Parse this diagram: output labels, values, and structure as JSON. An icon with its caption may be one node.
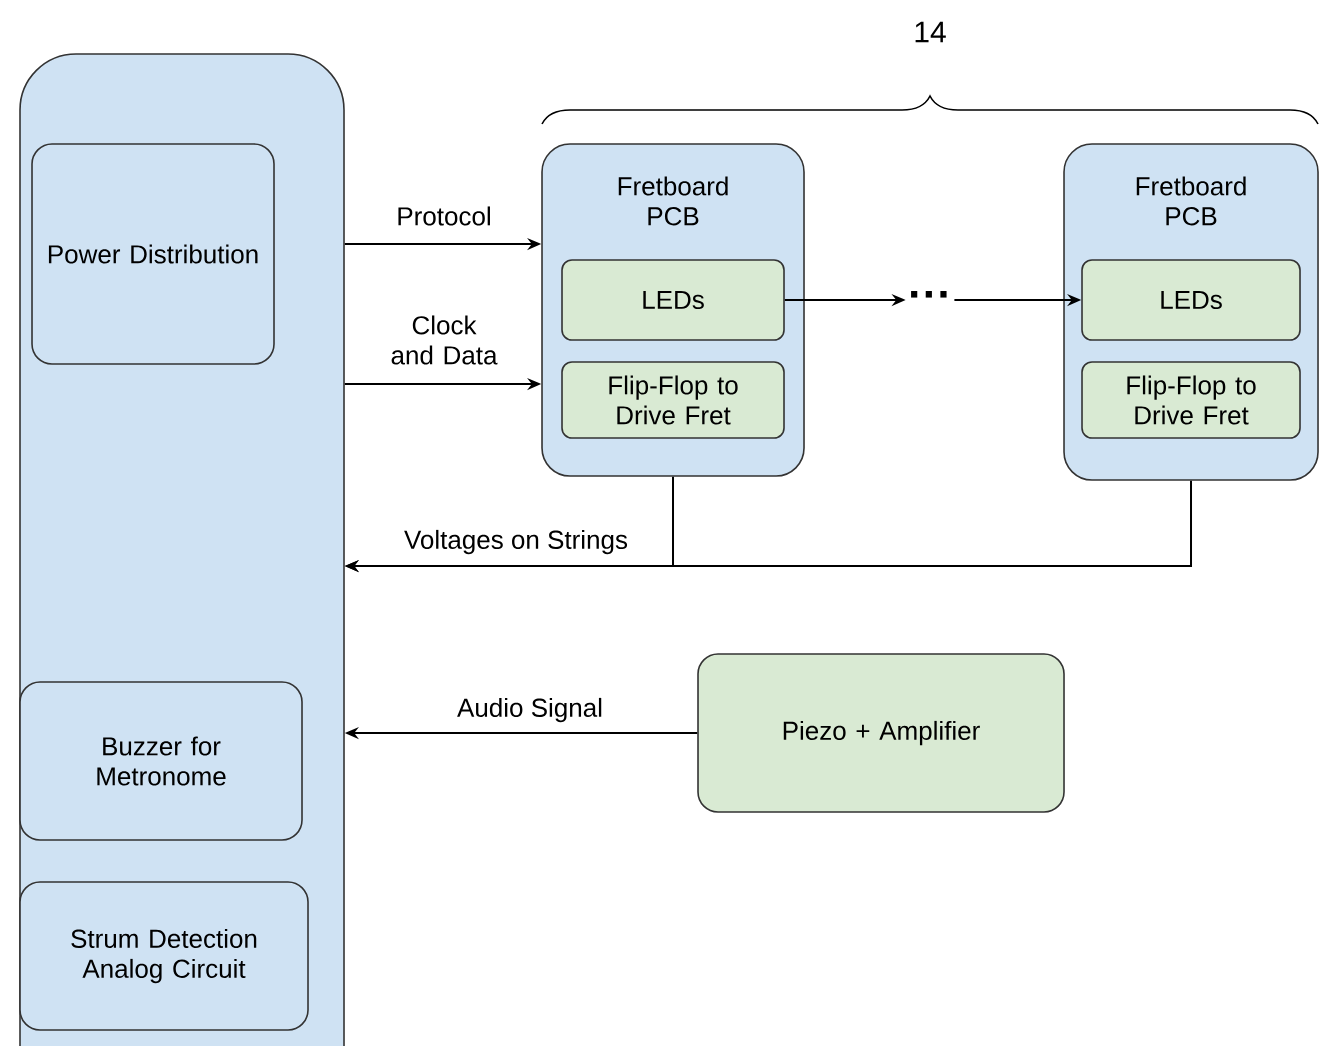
{
  "diagram": {
    "nodes": [
      {
        "text": [],
        "shape": "box"
      },
      {
        "text": [
          "Power Distribution"
        ],
        "in": 0
      },
      {
        "text": [
          "Buzzer for Metronome"
        ],
        "in": 0
      },
      {
        "text": [
          "Strum Detection Analog Circuit"
        ],
        "in": 0
      },
      {
        "text": [
          "Fretboard PCB"
        ]
      },
      {
        "text": [
          "LEDs"
        ],
        "in": 4
      },
      {
        "text": [
          "Flip-Flop to Drive Fret"
        ],
        "in": 4
      },
      {
        "text": [
          "Fretboard PCB"
        ]
      },
      {
        "text": [
          "LEDs"
        ],
        "in": 7
      },
      {
        "text": [
          "Flip-Flop to Drive Fret"
        ],
        "in": 7
      },
      {
        "text": [
          "···"
        ]
      },
      {
        "text": [
          "Piezo + Amplifier"
        ]
      }
    ],
    "edges": [
      {
        "from": 0,
        "to": 4,
        "arrow": "to",
        "label": "Protocol"
      },
      {
        "from": 0,
        "to": 4,
        "arrow": "to",
        "label": "Clock and Data"
      },
      {
        "from": 4,
        "to": 0,
        "arrow": "to",
        "label": "Voltages on Strings"
      },
      {
        "from": 7,
        "to": 0,
        "arrow": "to"
      },
      {
        "from": 11,
        "to": 0,
        "arrow": "to",
        "label": "Audio Signal"
      },
      {
        "from": 5,
        "to": 10,
        "arrow": "to"
      },
      {
        "from": 10,
        "to": 8,
        "arrow": "to"
      }
    ],
    "labels": [
      "14"
    ]
  }
}
